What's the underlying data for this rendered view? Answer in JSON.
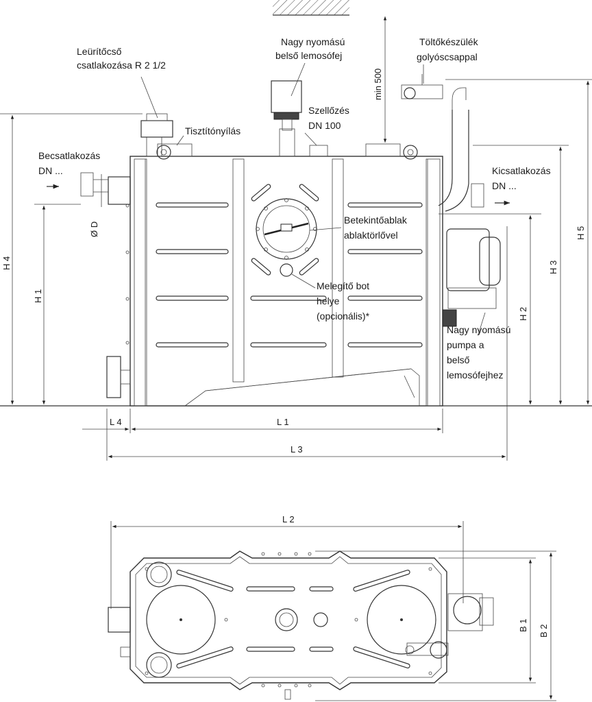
{
  "labels": {
    "drain": [
      "Leürítőcső",
      "csatlakozása R 2 1/2"
    ],
    "wash_head": [
      "Nagy nyomású",
      "belső lemosófej"
    ],
    "filler": [
      "Töltőkészülék",
      "golyóscsappal"
    ],
    "cleaning_opening": "Tisztítónyílás",
    "vent": [
      "Szellőzés",
      "DN 100"
    ],
    "inlet": [
      "Becsatlakozás",
      "DN ..."
    ],
    "outlet": [
      "Kicsatlakozás",
      "DN ..."
    ],
    "window": [
      "Betekintőablak",
      "ablaktörlővel"
    ],
    "heater": [
      "Melegítő bot",
      "helye",
      "(opcionális)*"
    ],
    "pump": [
      "Nagy nyomású",
      "pumpa a",
      "belső",
      "lemosófejhez"
    ]
  },
  "dimensions": {
    "min500": "min 500",
    "od": "Ø D",
    "h1": "H 1",
    "h2": "H 2",
    "h3": "H 3",
    "h4": "H 4",
    "h5": "H 5",
    "l1": "L 1",
    "l2": "L 2",
    "l3": "L 3",
    "l4": "L 4",
    "b1": "B 1",
    "b2": "B 2"
  }
}
